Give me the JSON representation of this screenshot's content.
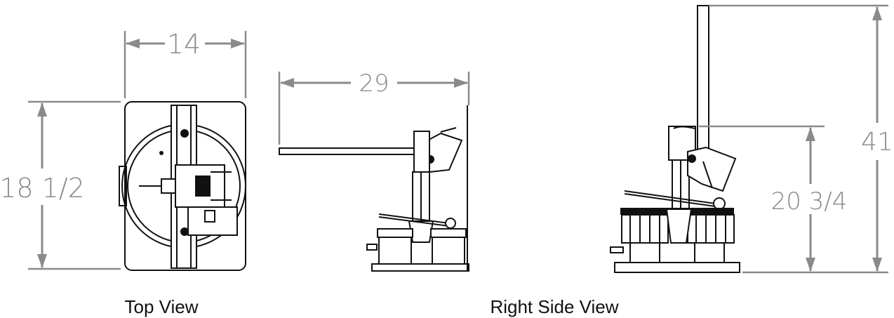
{
  "dimensions": {
    "top_width": "14",
    "top_length": "18 1/2",
    "side_width": "29",
    "side_height_total": "41",
    "side_height_head": "20 3/4"
  },
  "captions": {
    "top": "Top View",
    "side": "Right Side View"
  },
  "colors": {
    "dimension": "#8a8a8a",
    "drawing": "#111111"
  }
}
